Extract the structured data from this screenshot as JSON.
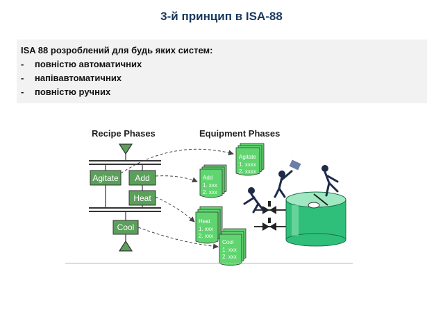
{
  "slide": {
    "title": "3-й принцип в ISA-88",
    "intro": "ISA 88 розроблений для будь яких систем:",
    "bullets": [
      {
        "marker": "-",
        "text": "повністю автоматичних"
      },
      {
        "marker": "-",
        "text": "напівавтоматичних"
      },
      {
        "marker": "-",
        "text": "повністю ручних"
      }
    ]
  },
  "diagram": {
    "recipe_heading": "Recipe Phases",
    "equipment_heading": "Equipment Phases",
    "recipe_boxes": {
      "agitate": "Agitate",
      "add": "Add",
      "heat": "Heat",
      "cool": "Cool"
    },
    "cards": {
      "agitate": {
        "title": "Agitate",
        "line1": "1. xxxx",
        "line2": "2. xxxx"
      },
      "add": {
        "title": "Add",
        "line1": "1. xxx",
        "line2": "2. xxx"
      },
      "heat": {
        "title": "Heat",
        "line1": "1. xxx",
        "line2": "2. xxx"
      },
      "cool": {
        "title": "Cool",
        "line1": "1. xxx",
        "line2": "2. xxx"
      }
    },
    "colors": {
      "box_fill": "#5aa05a",
      "card_fill": "#5fd46f",
      "tank_fill": "#2fbf7a",
      "title": "#17375e"
    }
  }
}
